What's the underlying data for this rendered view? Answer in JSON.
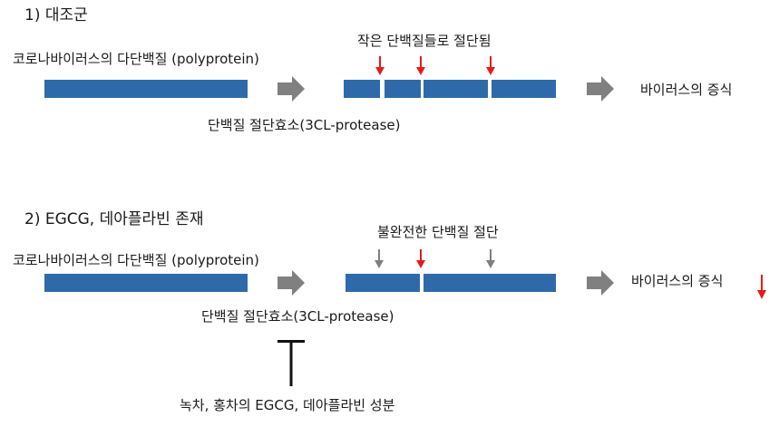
{
  "colors": {
    "bar_blue": "#2e6aaa",
    "process_arrow_gray": "#808080",
    "cut_red": "#e51b1b",
    "cut_gray": "#7f7f7f",
    "inhibitor_black": "#111111"
  },
  "control": {
    "heading": "1) 대조군",
    "polyprotein_label": "코로나바이러스의  다단백질 (polyprotein)",
    "cut_note": "작은 단백질들로 절단됨",
    "enzyme_label": "단백질 절단효소(3CL-protease)",
    "result_label": "바이러스의 증식"
  },
  "treated": {
    "heading": "2) EGCG, 데아플라빈 존재",
    "polyprotein_label": "코로나바이러스의  다단백질 (polyprotein)",
    "cut_note": "불완전한 단백질 절단",
    "enzyme_label": "단백질 절단효소(3CL-protease)",
    "result_label": "바이러스의 증식",
    "inhibitor_label": "녹차, 홍차의 EGCG, 데아플라빈 성분"
  },
  "icons": {
    "process_arrow": "right-block-arrow",
    "red_cut": "red-down-arrow",
    "gray_cut": "gray-down-arrow",
    "decrease": "red-down-arrow",
    "inhibition": "t-bar-inhibitor"
  }
}
